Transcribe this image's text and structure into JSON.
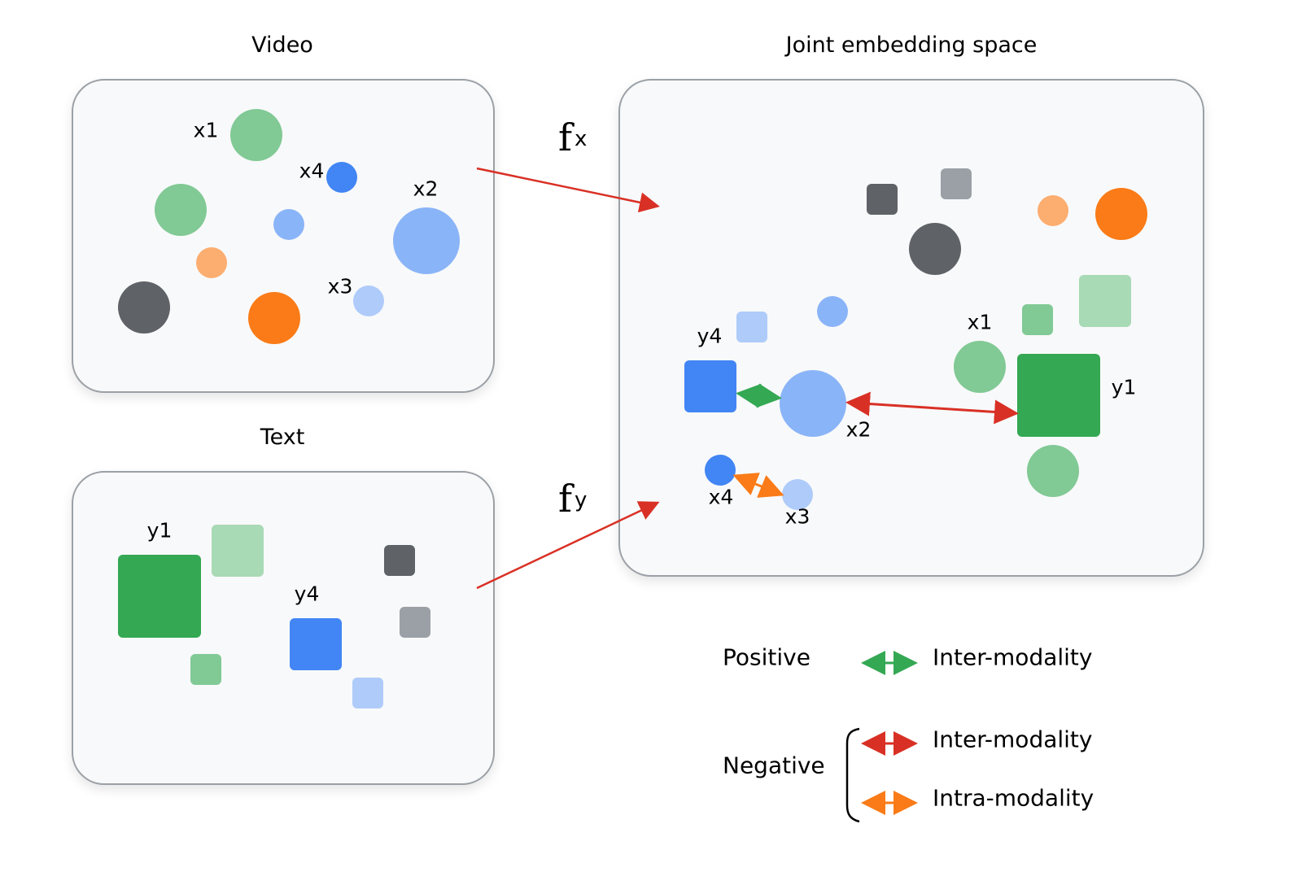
{
  "titles": {
    "video": "Video",
    "text": "Text",
    "joint": "Joint embedding space"
  },
  "functions": {
    "fx": {
      "symbol": "f",
      "subscript": "x"
    },
    "fy": {
      "symbol": "f",
      "subscript": "y"
    }
  },
  "colors": {
    "green_dark": "#34A853",
    "green_mid": "#81C995",
    "green_light": "#A8DAB5",
    "blue_dark": "#4285F4",
    "blue_mid": "#8AB4F8",
    "blue_light": "#AECBFA",
    "orange_dark": "#FA7B17",
    "orange_light": "#FCAD70",
    "grey_dark": "#5F6368",
    "grey_light": "#9AA0A6",
    "arrow_red": "#D93025",
    "arrow_green": "#34A853",
    "arrow_orange": "#FA7B17"
  },
  "video_panel": {
    "labels": [
      "x1",
      "x4",
      "x2",
      "x3"
    ]
  },
  "text_panel": {
    "labels": [
      "y1",
      "y4"
    ]
  },
  "joint_panel": {
    "labels": [
      "y4",
      "x1",
      "y1",
      "x2",
      "x4",
      "x3"
    ]
  },
  "legend": {
    "positive": "Positive",
    "negative": "Negative",
    "positive_inter": "Inter-modality",
    "negative_inter": "Inter-modality",
    "negative_intra": "Intra-modality"
  }
}
